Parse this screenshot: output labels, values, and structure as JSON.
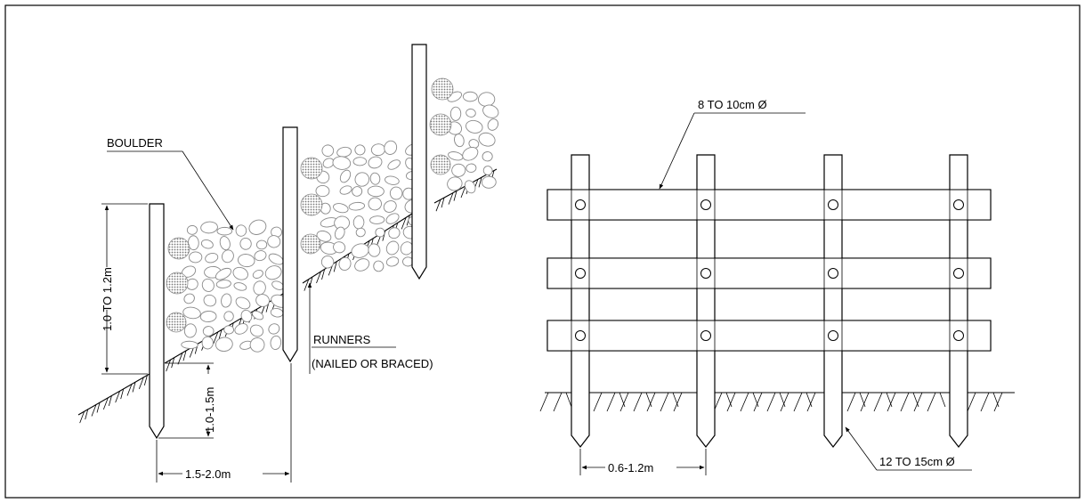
{
  "left_detail": {
    "label_boulder": "BOULDER",
    "label_runners_1": "RUNNERS",
    "label_runners_2": "(NAILED OR BRACED)",
    "dim_height": "1.0 TO 1.2m",
    "dim_embed": "1.0-1.5m",
    "dim_spacing": "1.5-2.0m"
  },
  "right_detail": {
    "label_rail_dia": "8 TO 10cm Ø",
    "label_post_dia": "12 TO 15cm Ø",
    "dim_spacing": "0.6-1.2m"
  }
}
